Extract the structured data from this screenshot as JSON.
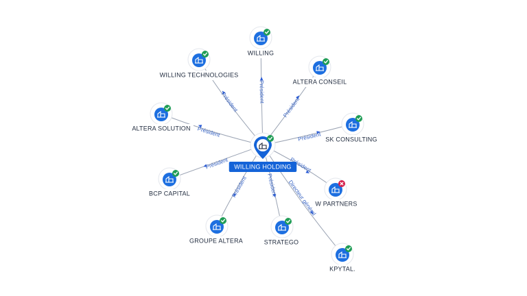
{
  "center": {
    "id": "holding",
    "label": "WILLING HOLDING",
    "status": "active",
    "icon": "building-icon"
  },
  "nodes": [
    {
      "id": "willing",
      "label": "WILLING",
      "status": "active",
      "icon": "building-icon"
    },
    {
      "id": "willing-tech",
      "label": "WILLING TECHNOLOGIES",
      "status": "active",
      "icon": "building-icon"
    },
    {
      "id": "altera-conseil",
      "label": "ALTERA CONSEIL",
      "status": "active",
      "icon": "building-icon"
    },
    {
      "id": "altera-solution",
      "label": "ALTERA SOLUTION",
      "status": "active",
      "icon": "building-icon"
    },
    {
      "id": "sk-consulting",
      "label": "SK CONSULTING",
      "status": "active",
      "icon": "building-icon"
    },
    {
      "id": "bcp-capital",
      "label": "BCP CAPITAL",
      "status": "active",
      "icon": "building-icon"
    },
    {
      "id": "w-partners",
      "label": "W PARTNERS",
      "status": "closed",
      "icon": "building-icon"
    },
    {
      "id": "groupe-altera",
      "label": "GROUPE ALTERA",
      "status": "active",
      "icon": "building-icon"
    },
    {
      "id": "stratego",
      "label": "STRATEGO",
      "status": "active",
      "icon": "building-icon"
    },
    {
      "id": "kpytal",
      "label": "KPYTAL.",
      "status": "active",
      "icon": "building-icon"
    }
  ],
  "edges": [
    {
      "to": "willing",
      "label": "Président"
    },
    {
      "to": "willing-tech",
      "label": "Président"
    },
    {
      "to": "altera-conseil",
      "label": "Président"
    },
    {
      "to": "altera-solution",
      "label": "Président"
    },
    {
      "to": "sk-consulting",
      "label": "Président"
    },
    {
      "to": "bcp-capital",
      "label": "Président"
    },
    {
      "to": "w-partners",
      "label": "Président"
    },
    {
      "to": "groupe-altera",
      "label": "Président"
    },
    {
      "to": "stratego",
      "label": "Président"
    },
    {
      "to": "kpytal",
      "label": "Directeur général"
    }
  ],
  "colors": {
    "node": "#1d6fe0",
    "center_label": "#1463d8",
    "status_active": "#1f9d55",
    "status_closed": "#d6204b",
    "edge": "#9aa3b3",
    "edge_label": "#3b66c4"
  }
}
